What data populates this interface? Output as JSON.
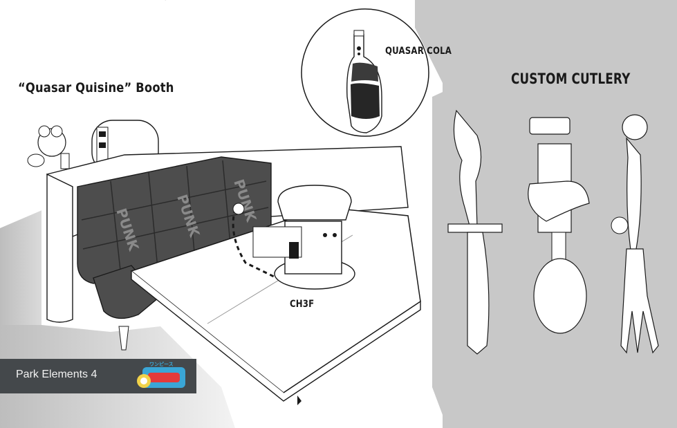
{
  "labels": {
    "booth_title": "“Quasar Quisine” Booth",
    "cutlery_title": "CUSTOM CUTLERY",
    "cola": "QUASAR COLA",
    "chef": "CH3F",
    "sofa_print": "PUNK"
  },
  "badge": {
    "text": "Park Elements 4",
    "logo_text": "ワンピース"
  },
  "colors": {
    "background_gray": "#c8c8c8",
    "badge_bg": "#44484b",
    "badge_text": "#f2f2f2",
    "sofa": "#4d4d4d"
  },
  "icons": {
    "logo": "one-piece-jolly-roger-logo"
  }
}
